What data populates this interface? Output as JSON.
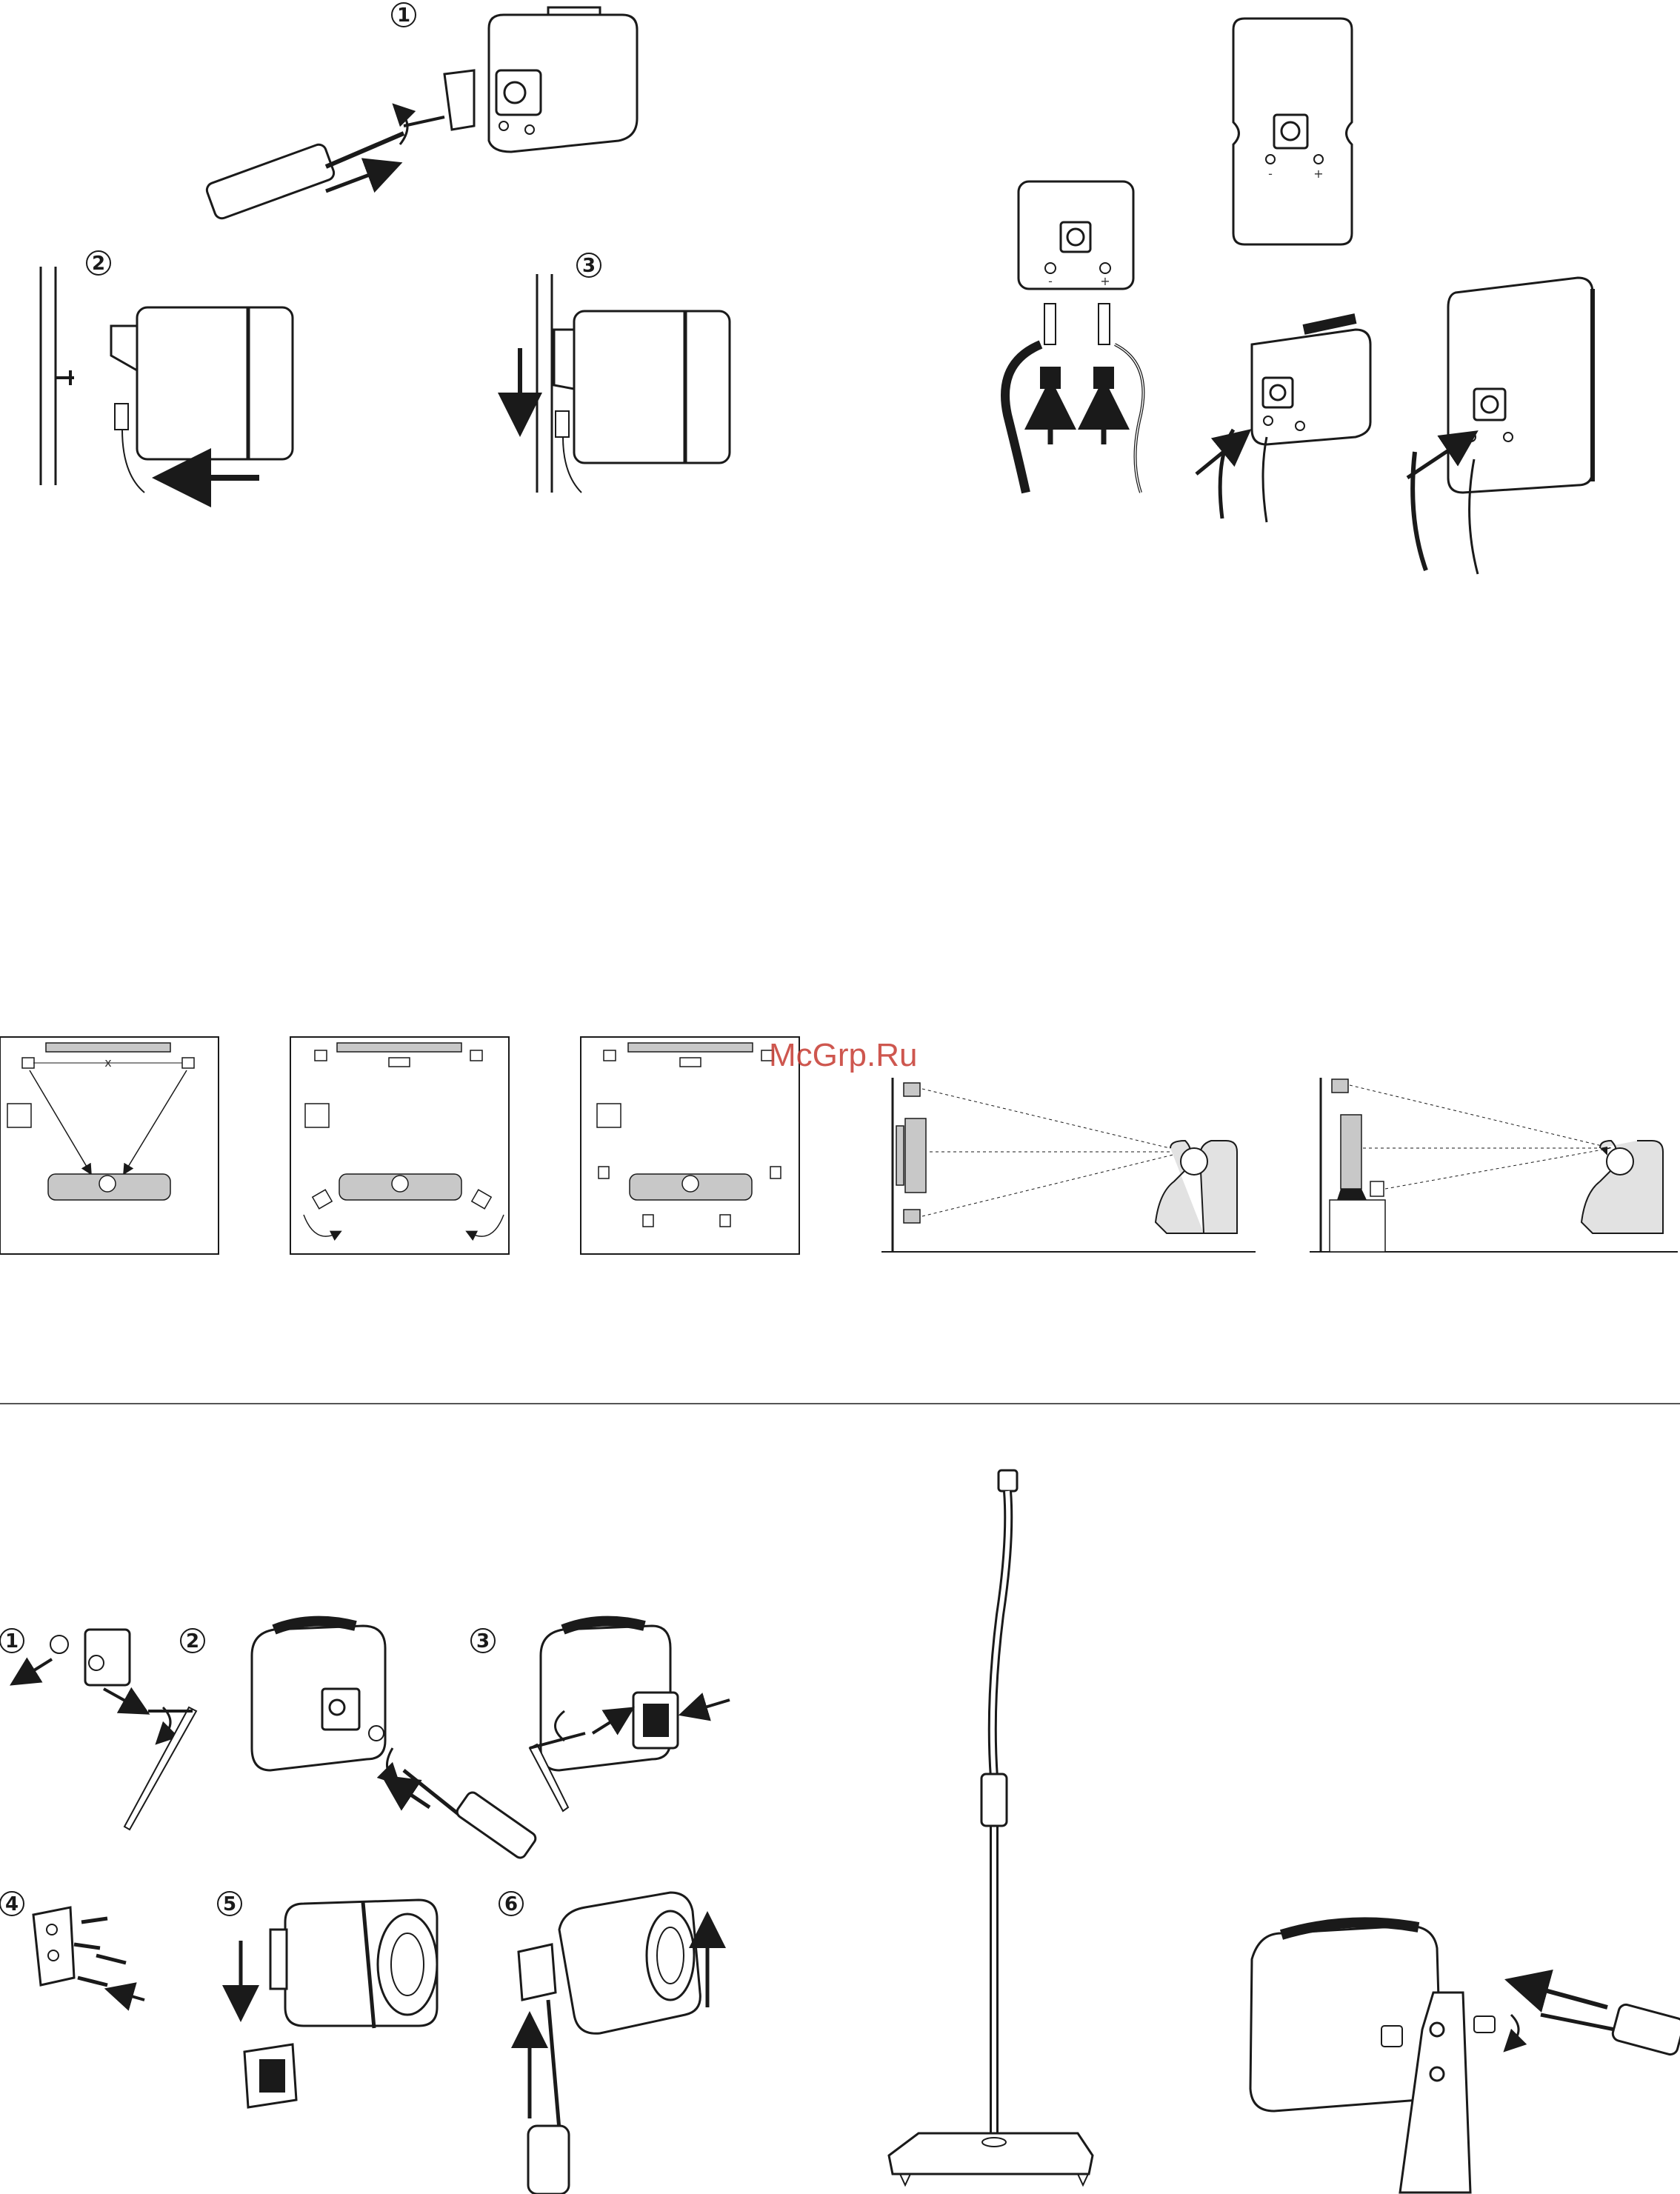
{
  "watermark": "McGrp.Ru",
  "top_steps": [
    "1",
    "2",
    "3"
  ],
  "bottom_steps": [
    "1",
    "2",
    "3",
    "4",
    "5",
    "6"
  ],
  "terminal_labels": {
    "minus": "-",
    "plus": "+"
  },
  "layout_x_label": "x",
  "colors": {
    "line": "#1a1a1a",
    "fill_grey": "#c8c8c8",
    "watermark": "#c9453c"
  }
}
